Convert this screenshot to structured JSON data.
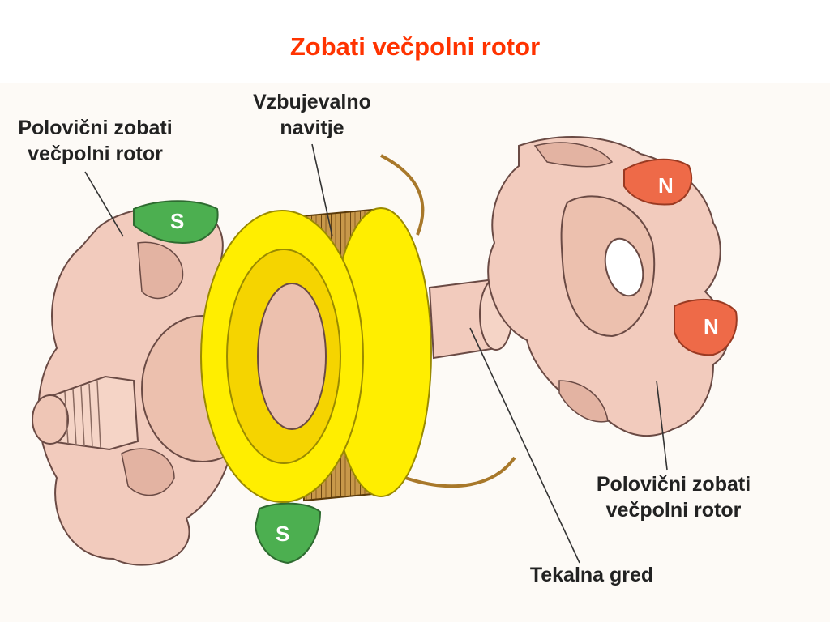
{
  "title": "Zobati večpolni rotor",
  "labels": {
    "left_half": "Polovični zobati\nvečpolni rotor",
    "coil": "Vzbujevalno\nnavitje",
    "right_half": "Polovični zobati\nvečpolni rotor",
    "shaft": "Tekalna gred"
  },
  "pole_marks": {
    "south": "S",
    "north": "N"
  },
  "colors": {
    "title": "#ff3300",
    "rotor_body": "#f2cbbd",
    "south_pole": "#4caf50",
    "north_pole": "#ee6a48",
    "coil_flange": "#ffee00",
    "winding": "#a8782a"
  }
}
